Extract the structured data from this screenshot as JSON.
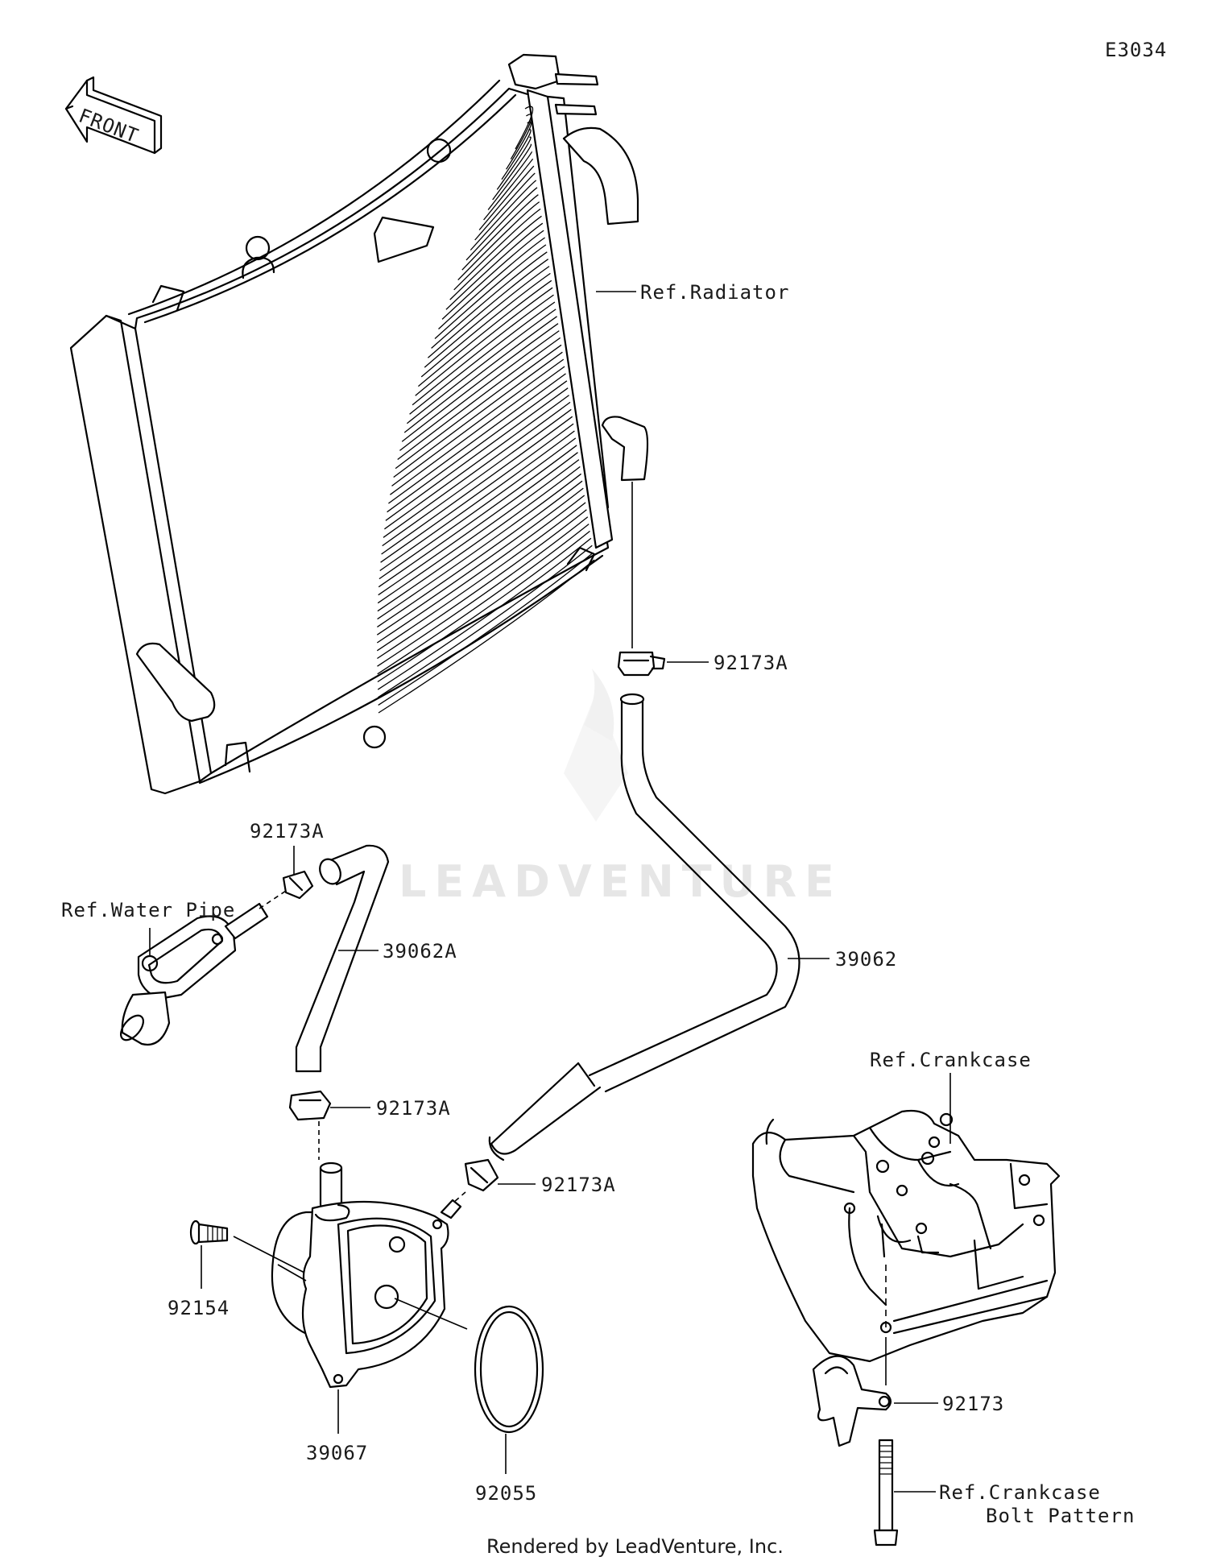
{
  "diagram_code": "E3034",
  "front_label": "FRONT",
  "watermark": "LEADVENTURE",
  "footer": "Rendered by LeadVenture, Inc.",
  "labels": {
    "ref_radiator": "Ref.Radiator",
    "clamp_upper": "92173A",
    "clamp_water_pipe": "92173A",
    "ref_water_pipe": "Ref.Water Pipe",
    "hose_39062a": "39062A",
    "hose_39062": "39062",
    "clamp_lower_left": "92173A",
    "clamp_lower_right": "92173A",
    "bolt_92154": "92154",
    "oil_cooler_39067": "39067",
    "oring_92055": "92055",
    "ref_crankcase": "Ref.Crankcase",
    "clamp_92173": "92173",
    "ref_bolt_pattern_line1": "Ref.Crankcase",
    "ref_bolt_pattern_line2": "Bolt Pattern"
  }
}
